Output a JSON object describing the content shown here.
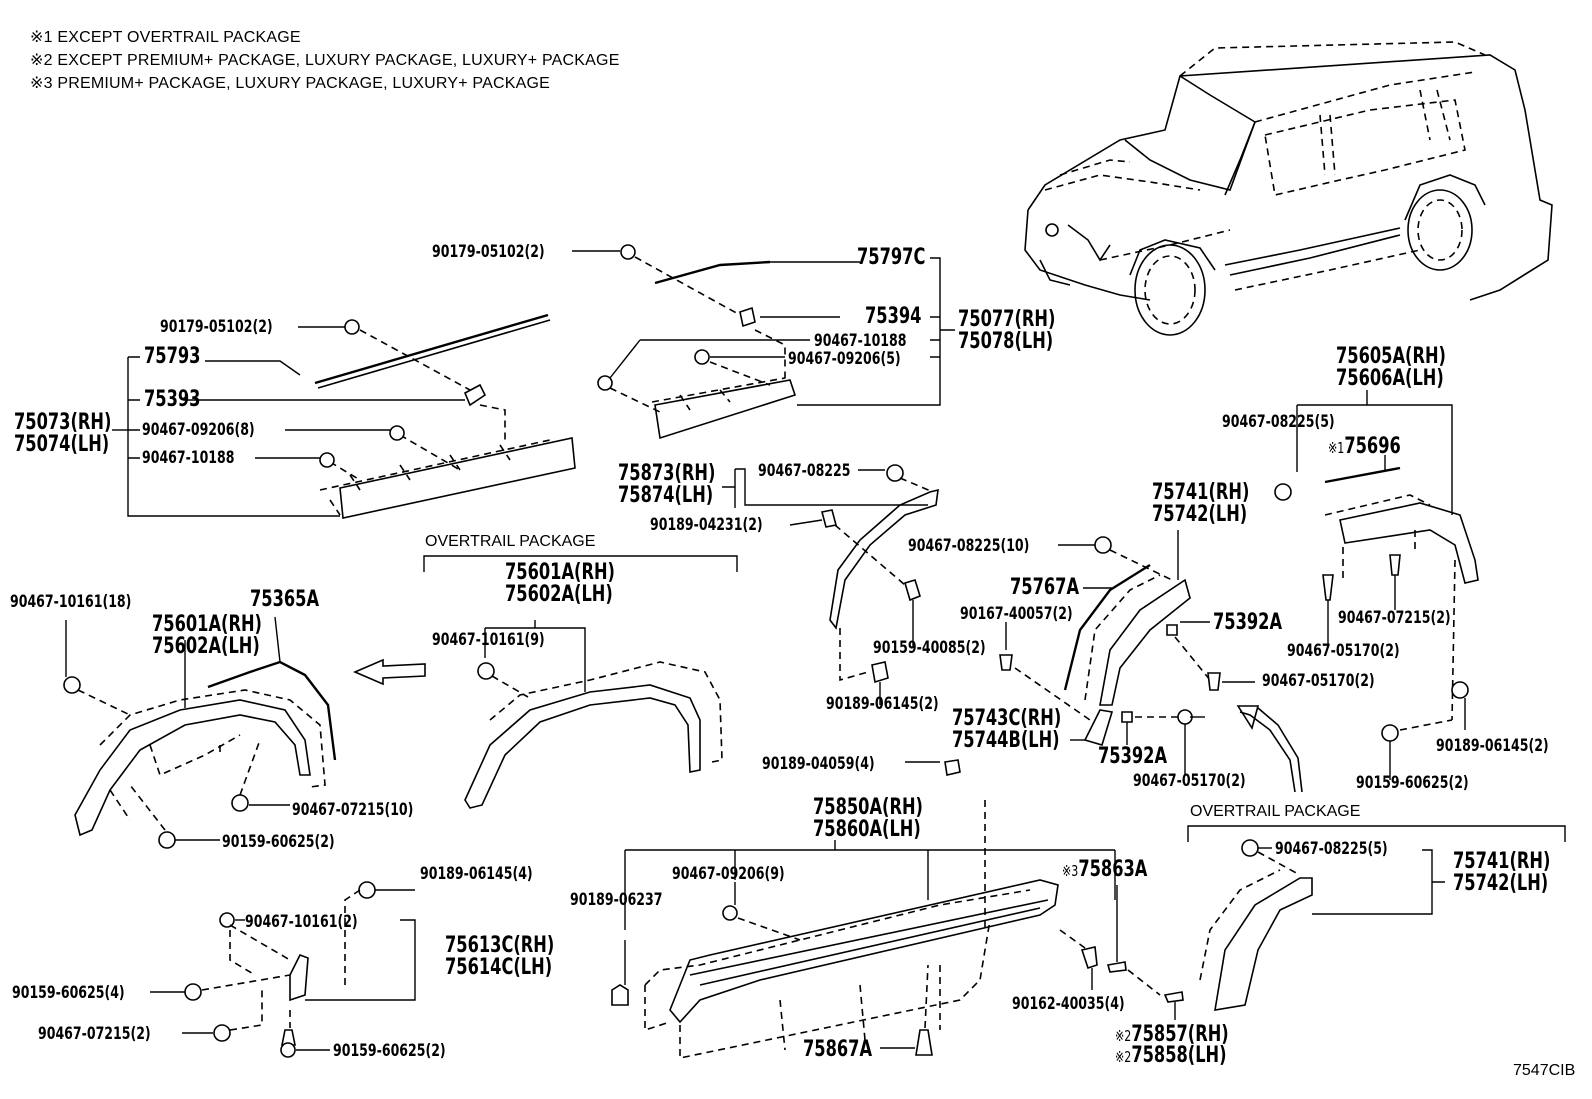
{
  "diagram": {
    "title_code": "7547CIB",
    "notes": [
      {
        "mark": "※1",
        "text": "EXCEPT OVERTRAIL PACKAGE"
      },
      {
        "mark": "※2",
        "text": "EXCEPT PREMIUM+ PACKAGE, LUXURY PACKAGE, LUXURY+ PACKAGE"
      },
      {
        "mark": "※3",
        "text": "PREMIUM+ PACKAGE, LUXURY PACKAGE, LUXURY+ PACKAGE"
      }
    ],
    "package_labels": {
      "overtrail_center": "OVERTRAIL PACKAGE",
      "overtrail_right": "OVERTRAIL PACKAGE"
    },
    "parts": {
      "p90179_05102_a": "90179-05102(2)",
      "p90179_05102_b": "90179-05102(2)",
      "p75797C": "75797C",
      "p75394": "75394",
      "p90467_10188_a": "90467-10188",
      "p90467_09206_5": "90467-09206(5)",
      "p75077": "75077(RH)",
      "p75078": "75078(LH)",
      "p75793": "75793",
      "p75393": "75393",
      "p75073": "75073(RH)",
      "p75074": "75074(LH)",
      "p90467_09206_8": "90467-09206(8)",
      "p90467_10188_b": "90467-10188",
      "p75605A": "75605A(RH)",
      "p75606A": "75606A(LH)",
      "p90467_08225_5a": "90467-08225(5)",
      "p75696_mark": "※1",
      "p75696": "75696",
      "p75873": "75873(RH)",
      "p75874": "75874(LH)",
      "p90467_08225": "90467-08225",
      "p90189_04231": "90189-04231(2)",
      "p75741_a": "75741(RH)",
      "p75742_a": "75742(LH)",
      "p90467_08225_10": "90467-08225(10)",
      "p75767A": "75767A",
      "p90167_40057": "90167-40057(2)",
      "p75392A_a": "75392A",
      "p90159_40085": "90159-40085(2)",
      "p90467_05170_a": "90467-05170(2)",
      "p90467_07215_2a": "90467-07215(2)",
      "p90467_05170_b": "90467-05170(2)",
      "p90189_06145_2a": "90189-06145(2)",
      "p75743C": "75743C(RH)",
      "p75744B": "75744B(LH)",
      "p75392A_b": "75392A",
      "p90467_05170_c": "90467-05170(2)",
      "p90189_06145_2b": "90189-06145(2)",
      "p90159_60625_2a": "90159-60625(2)",
      "p90467_10161_18": "90467-10161(18)",
      "p75365A": "75365A",
      "p75601A_a": "75601A(RH)",
      "p75602A_a": "75602A(LH)",
      "p75601A_b": "75601A(RH)",
      "p75602A_b": "75602A(LH)",
      "p90467_10161_9": "90467-10161(9)",
      "p90467_07215_10": "90467-07215(10)",
      "p90159_60625_2b": "90159-60625(2)",
      "p90189_04059": "90189-04059(4)",
      "p75850A": "75850A(RH)",
      "p75860A": "75860A(LH)",
      "p90467_09206_9": "90467-09206(9)",
      "p90189_06237": "90189-06237",
      "p75863A_mark": "※3",
      "p75863A": "75863A",
      "p90162_40035": "90162-40035(4)",
      "p75857_mark": "※2",
      "p75857": "75857(RH)",
      "p75858_mark": "※2",
      "p75858": "75858(LH)",
      "p75867A": "75867A",
      "p90467_08225_5b": "90467-08225(5)",
      "p75741_b": "75741(RH)",
      "p75742_b": "75742(LH)",
      "p90189_06145_4": "90189-06145(4)",
      "p90467_10161_2": "90467-10161(2)",
      "p75613C": "75613C(RH)",
      "p75614C": "75614C(LH)",
      "p90159_60625_4": "90159-60625(4)",
      "p90467_07215_2b": "90467-07215(2)",
      "p90159_60625_2c": "90159-60625(2)"
    }
  }
}
